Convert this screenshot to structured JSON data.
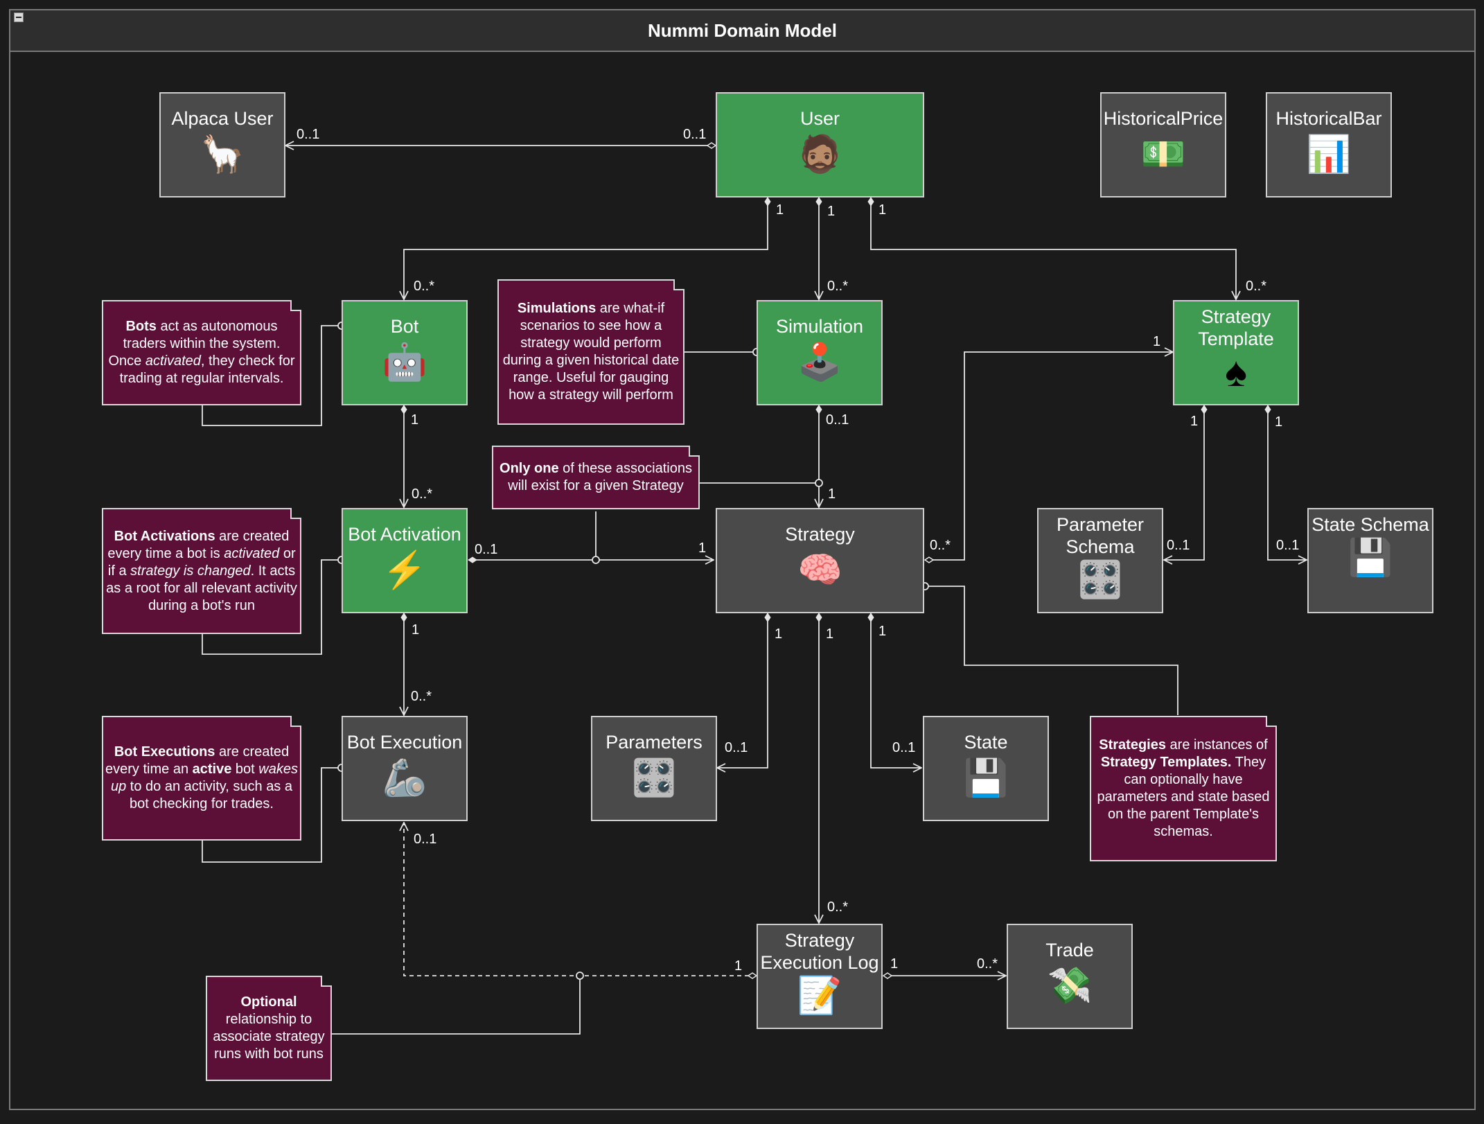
{
  "diagram": {
    "title": "Nummi Domain Model",
    "nodes": [
      {
        "id": "alpaca_user",
        "label": "Alpaca User",
        "icon": "llama-icon",
        "glyph": "🦙",
        "color": "gray"
      },
      {
        "id": "user",
        "label": "User",
        "icon": "person-icon",
        "glyph": "🧔🏽",
        "color": "green"
      },
      {
        "id": "historical_price",
        "label": "HistoricalPrice",
        "icon": "money-icon",
        "glyph": "💵",
        "color": "gray"
      },
      {
        "id": "historical_bar",
        "label": "HistoricalBar",
        "icon": "bar-chart-icon",
        "glyph": "📊",
        "color": "gray"
      },
      {
        "id": "bot",
        "label": "Bot",
        "icon": "robot-icon",
        "glyph": "🤖",
        "color": "green"
      },
      {
        "id": "simulation",
        "label": "Simulation",
        "icon": "joystick-icon",
        "glyph": "🕹️",
        "color": "green"
      },
      {
        "id": "strategy_template",
        "label": "Strategy Template",
        "icon": "spade-icon",
        "glyph": "♠",
        "color": "green"
      },
      {
        "id": "bot_activation",
        "label": "Bot Activation",
        "icon": "lightning-icon",
        "glyph": "⚡",
        "color": "green"
      },
      {
        "id": "strategy",
        "label": "Strategy",
        "icon": "brain-icon",
        "glyph": "🧠",
        "color": "gray"
      },
      {
        "id": "parameter_schema",
        "label": "Parameter Schema",
        "icon": "control-knobs-icon",
        "glyph": "🎛️",
        "color": "gray"
      },
      {
        "id": "state_schema",
        "label": "State Schema",
        "icon": "floppy-disk-icon",
        "glyph": "💾",
        "color": "gray"
      },
      {
        "id": "bot_execution",
        "label": "Bot Execution",
        "icon": "flexed-arm-icon",
        "glyph": "🦾",
        "color": "gray"
      },
      {
        "id": "parameters",
        "label": "Parameters",
        "icon": "control-knobs-icon",
        "glyph": "🎛️",
        "color": "gray"
      },
      {
        "id": "state",
        "label": "State",
        "icon": "floppy-disk-icon",
        "glyph": "💾",
        "color": "gray"
      },
      {
        "id": "strategy_execution_log",
        "label": "Strategy Execution Log",
        "icon": "memo-icon",
        "glyph": "📝",
        "color": "gray"
      },
      {
        "id": "trade",
        "label": "Trade",
        "icon": "money-wings-icon",
        "glyph": "💸",
        "color": "gray"
      }
    ],
    "notes": [
      {
        "id": "note_bots",
        "html": "<b>Bots</b> act as autonomous traders within the system. Once <i>activated</i>, they check for trading at regular intervals."
      },
      {
        "id": "note_simulations",
        "html": "<b>Simulations</b> are what-if scenarios to see how a strategy would perform during a given historical date range. Useful for gauging how a strategy will perform"
      },
      {
        "id": "note_only_one",
        "html": "<b>Only one</b> of these associations will exist for a given Strategy"
      },
      {
        "id": "note_activations",
        "html": "<b>Bot Activations</b> are created every time a bot is <i>activated</i> or if a <i>strategy is changed</i>. It acts as a root for all relevant activity during a bot's run"
      },
      {
        "id": "note_executions",
        "html": "<b>Bot Executions</b> are created every time an <b>active</b> bot <i>wakes up</i> to do an activity, such as a bot checking for trades."
      },
      {
        "id": "note_strategies",
        "html": "<b>Strategies</b> are instances of <b>Strategy Templates.</b> They can optionally have parameters and state based on the parent Template's schemas."
      },
      {
        "id": "note_optional",
        "html": "<b>Optional</b><br>relationship to associate strategy runs with bot runs"
      }
    ],
    "multiplicities": {
      "user_alpaca_a": "0..1",
      "user_alpaca_b": "0..1",
      "user_bot_a": "1",
      "user_bot_b": "0..*",
      "user_sim_a": "1",
      "user_sim_b": "0..*",
      "user_tpl_a": "1",
      "user_tpl_b": "0..*",
      "bot_act_a": "1",
      "bot_act_b": "0..*",
      "sim_strat_a": "0..1",
      "sim_strat_b": "1",
      "act_strat_a": "0..1",
      "act_strat_b": "1",
      "tpl_strat_a": "1",
      "tpl_strat_b": "0..*",
      "tpl_ps_a": "1",
      "tpl_ps_b": "0..1",
      "tpl_ss_a": "1",
      "tpl_ss_b": "0..1",
      "act_exec_a": "1",
      "act_exec_b": "0..*",
      "strat_params_a": "1",
      "strat_params_b": "0..1",
      "strat_log_a": "1",
      "strat_log_b": "0..*",
      "strat_state_a": "1",
      "strat_state_b": "0..1",
      "log_exec_a": "1",
      "log_exec_b": "0..1",
      "log_trade_a": "1",
      "log_trade_b": "0..*"
    }
  }
}
